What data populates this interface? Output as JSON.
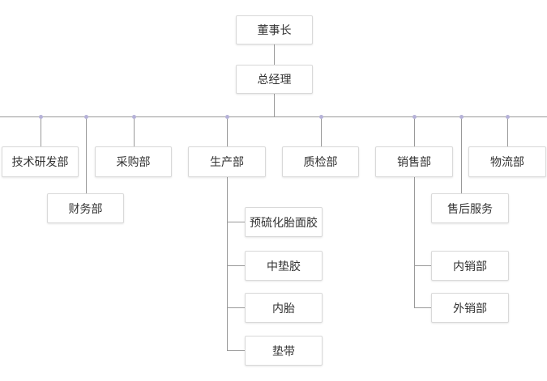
{
  "chart": {
    "root": "董事长",
    "general_manager": "总经理",
    "departments": {
      "tech": "技术研发部",
      "finance": "财务部",
      "purchasing": "采购部",
      "production": "生产部",
      "quality": "质检部",
      "sales": "销售部",
      "logistics": "物流部"
    },
    "production_children": [
      "预硫化胎面胶",
      "中垫胶",
      "内胎",
      "垫带"
    ],
    "sales_children": {
      "after_sales": "售后服务",
      "domestic": "内销部",
      "foreign": "外销部"
    }
  },
  "colors": {
    "line": "#999999",
    "dot": "#b6b2d8",
    "box_border": "#d9d9d9",
    "text": "#333333"
  }
}
